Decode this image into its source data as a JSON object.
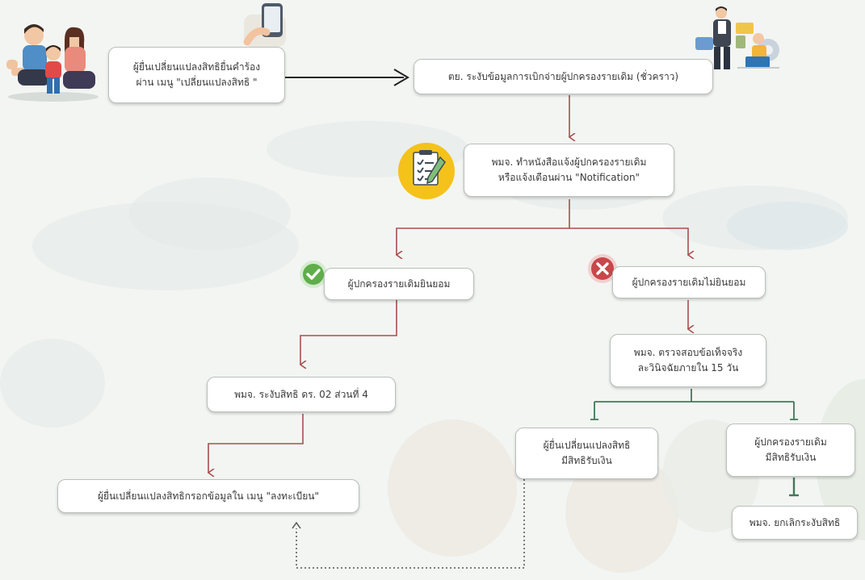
{
  "nodes": {
    "requester": {
      "line1": "ผู้ยื่นเปลี่ยนแปลงสิทธิยื่นคำร้อง",
      "line2": "ผ่าน เมนู \"เปลี่ยนแปลงสิทธิ \""
    },
    "suspend_temp": {
      "line1": "ตย. ระงับข้อมูลการเบิกจ่ายผู้ปกครองรายเดิม (ชั่วคราว)"
    },
    "notify": {
      "line1": "พมจ. ทำหนังสือแจ้งผู้ปกครองรายเดิม",
      "line2": "หรือแจ้งเตือนผ่าน \"Notification\""
    },
    "consent": {
      "line1": "ผู้ปกครองรายเดิมยินยอม"
    },
    "no_consent": {
      "line1": "ผู้ปกครองรายเดิมไม่ยินยอม"
    },
    "verify": {
      "line1": "พมจ. ตรวจสอบข้อเท็จจริง",
      "line2": "ละวินิจฉัยภายใน 15 วัน"
    },
    "suspend_form": {
      "line1": "พมจ. ระงับสิทธิ ดร. 02 ส่วนที่ 4"
    },
    "requester_entitled": {
      "line1": "ผู้ยื่นเปลี่ยนแปลงสิทธิ",
      "line2": "มีสิทธิรับเงิน"
    },
    "original_entitled": {
      "line1": "ผู้ปกครองรายเดิม",
      "line2": "มีสิทธิรับเงิน"
    },
    "register": {
      "line1": "ผู้ยื่นเปลี่ยนแปลงสิทธิกรอกข้อมูลใน เมนู \"ลงทะเบียน\""
    },
    "cancel_suspend": {
      "line1": "พมจ. ยกเลิกระงับสิทธิ"
    }
  },
  "colors": {
    "red_connector": "#a8504c",
    "green_connector": "#3f7a57",
    "black_connector": "#222222",
    "check_green": "#5fae4b",
    "cross_red": "#c8474a",
    "note_yellow": "#f4c21b"
  },
  "icons": [
    "family-illustration",
    "notepad-icon",
    "office-workers-illustration",
    "check-icon",
    "cross-icon"
  ]
}
